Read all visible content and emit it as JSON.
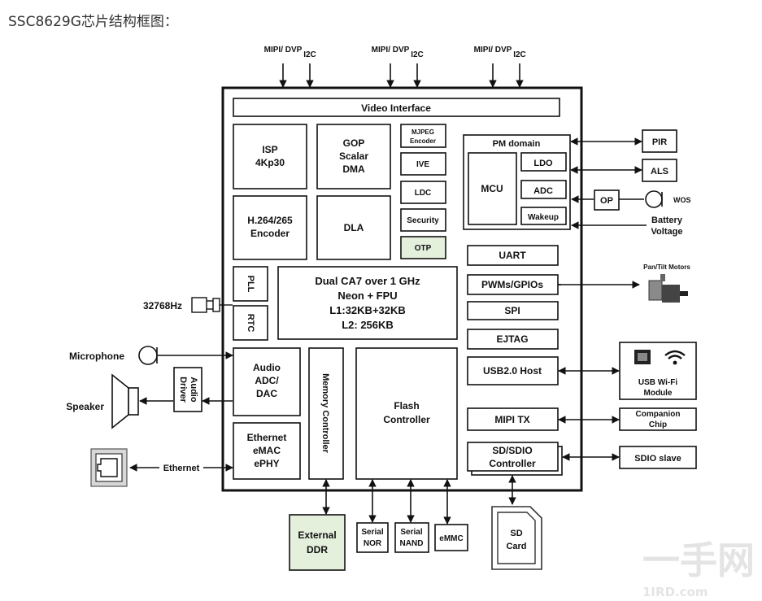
{
  "page": {
    "title": "SSC8629G芯片结构框图："
  },
  "diagram": {
    "top_signals": [
      "MIPI/ DVP",
      "I2C",
      "MIPI/ DVP",
      "I2C",
      "MIPI/ DVP",
      "I2C"
    ],
    "video_interface": "Video Interface",
    "isp": [
      "ISP",
      "4Kp30"
    ],
    "gop": [
      "GOP",
      "Scalar",
      "DMA"
    ],
    "mjpeg": [
      "MJPEG",
      "Encoder"
    ],
    "ive": "IVE",
    "ldc": "LDC",
    "security": "Security",
    "otp": "OTP",
    "h264": [
      "H.264/265",
      "Encoder"
    ],
    "dla": "DLA",
    "pll": "PLL",
    "rtc": "RTC",
    "cpu": [
      "Dual CA7 over 1 GHz",
      "Neon + FPU",
      "L1:32KB+32KB",
      "L2: 256KB"
    ],
    "audio": [
      "Audio",
      "ADC/",
      "DAC"
    ],
    "memory_controller": "Memory Controller",
    "flash_controller": [
      "Flash",
      "Controller"
    ],
    "ethernet_block": [
      "Ethernet",
      "eMAC",
      "ePHY"
    ],
    "pm_domain": "PM domain",
    "mcu": "MCU",
    "ldo": "LDO",
    "adc": "ADC",
    "wakeup": "Wakeup",
    "uart": "UART",
    "pwm": "PWMs/GPIOs",
    "spi": "SPI",
    "ejtag": "EJTAG",
    "usb": "USB2.0 Host",
    "mipi_tx": "MIPI TX",
    "sdio": [
      "SD/SDIO",
      "Controller"
    ],
    "pir": "PIR",
    "als": "ALS",
    "op": "OP",
    "wos": "WOS",
    "battery": [
      "Battery",
      "Voltage"
    ],
    "pan_tilt": "Pan/Tilt Motors",
    "usb_wifi": [
      "USB Wi-Fi",
      "Module"
    ],
    "companion": [
      "Companion",
      "Chip"
    ],
    "sdio_slave": "SDIO slave",
    "crystal": "32768Hz",
    "microphone": "Microphone",
    "speaker": "Speaker",
    "audio_driver": [
      "Audio",
      "Driver"
    ],
    "ethernet": "Ethernet",
    "external_ddr": [
      "External",
      "DDR"
    ],
    "serial_nor": [
      "Serial",
      "NOR"
    ],
    "serial_nand": [
      "Serial",
      "NAND"
    ],
    "emmc": "eMMC",
    "sd_card": [
      "SD",
      "Card"
    ]
  },
  "watermark": {
    "cn": "一手网",
    "en": "1IRD.com"
  },
  "colors": {
    "otp_fill": "#e4efdc",
    "ddr_fill": "#e4efdc",
    "stroke": "#111111"
  }
}
